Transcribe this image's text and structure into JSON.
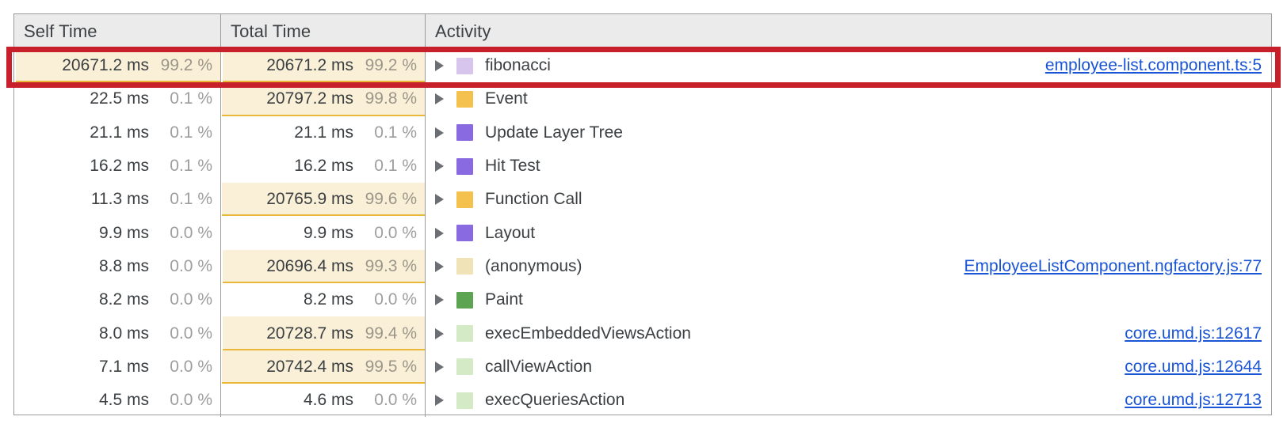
{
  "panel": {
    "name": "bottom-up-performance-table",
    "columns": [
      {
        "key": "self_time",
        "label": "Self Time"
      },
      {
        "key": "total_time",
        "label": "Total Time"
      },
      {
        "key": "activity",
        "label": "Activity"
      }
    ]
  },
  "colors": {
    "header_background": "#ebebeb",
    "grid_border": "#9a9a9a",
    "bar_fill": "#faf0d7",
    "bar_underline": "#eab838",
    "link": "#1a55d6",
    "annotation": "#c8202a",
    "text": "#3c4043",
    "percent_text": "#9b9689"
  },
  "annotation": {
    "name": "red-highlight-box",
    "target_row_index": 0,
    "color": "#c8202a"
  },
  "rows": [
    {
      "self_time": "20671.2 ms",
      "self_pct": "99.2 %",
      "self_bar_pct": 99.2,
      "total_time": "20671.2 ms",
      "total_pct": "99.2 %",
      "total_bar_pct": 99.2,
      "activity": "fibonacci",
      "swatch": "#d7c5ee",
      "swatch_name": "activity-color-scripting-light",
      "source": "employee-list.component.ts:5",
      "highlighted": true
    },
    {
      "self_time": "22.5 ms",
      "self_pct": "0.1 %",
      "self_bar_pct": 0,
      "total_time": "20797.2 ms",
      "total_pct": "99.8 %",
      "total_bar_pct": 99.8,
      "activity": "Event",
      "swatch": "#f5c14e",
      "swatch_name": "activity-color-scripting",
      "source": "",
      "highlighted": false
    },
    {
      "self_time": "21.1 ms",
      "self_pct": "0.1 %",
      "self_bar_pct": 0,
      "total_time": "21.1 ms",
      "total_pct": "0.1 %",
      "total_bar_pct": 0,
      "activity": "Update Layer Tree",
      "swatch": "#8a6ae0",
      "swatch_name": "activity-color-rendering",
      "source": "",
      "highlighted": false
    },
    {
      "self_time": "16.2 ms",
      "self_pct": "0.1 %",
      "self_bar_pct": 0,
      "total_time": "16.2 ms",
      "total_pct": "0.1 %",
      "total_bar_pct": 0,
      "activity": "Hit Test",
      "swatch": "#8a6ae0",
      "swatch_name": "activity-color-rendering",
      "source": "",
      "highlighted": false
    },
    {
      "self_time": "11.3 ms",
      "self_pct": "0.1 %",
      "self_bar_pct": 0,
      "total_time": "20765.9 ms",
      "total_pct": "99.6 %",
      "total_bar_pct": 99.6,
      "activity": "Function Call",
      "swatch": "#f5c14e",
      "swatch_name": "activity-color-scripting",
      "source": "",
      "highlighted": false
    },
    {
      "self_time": "9.9 ms",
      "self_pct": "0.0 %",
      "self_bar_pct": 0,
      "total_time": "9.9 ms",
      "total_pct": "0.0 %",
      "total_bar_pct": 0,
      "activity": "Layout",
      "swatch": "#8a6ae0",
      "swatch_name": "activity-color-rendering",
      "source": "",
      "highlighted": false
    },
    {
      "self_time": "8.8 ms",
      "self_pct": "0.0 %",
      "self_bar_pct": 0,
      "total_time": "20696.4 ms",
      "total_pct": "99.3 %",
      "total_bar_pct": 99.3,
      "activity": "(anonymous)",
      "swatch": "#f0e3b8",
      "swatch_name": "activity-color-scripting-pale",
      "source": "EmployeeListComponent.ngfactory.js:77",
      "highlighted": false
    },
    {
      "self_time": "8.2 ms",
      "self_pct": "0.0 %",
      "self_bar_pct": 0,
      "total_time": "8.2 ms",
      "total_pct": "0.0 %",
      "total_bar_pct": 0,
      "activity": "Paint",
      "swatch": "#5ca352",
      "swatch_name": "activity-color-painting",
      "source": "",
      "highlighted": false
    },
    {
      "self_time": "8.0 ms",
      "self_pct": "0.0 %",
      "self_bar_pct": 0,
      "total_time": "20728.7 ms",
      "total_pct": "99.4 %",
      "total_bar_pct": 99.4,
      "activity": "execEmbeddedViewsAction",
      "swatch": "#d4e9c5",
      "swatch_name": "activity-color-painting-pale",
      "source": "core.umd.js:12617",
      "highlighted": false
    },
    {
      "self_time": "7.1 ms",
      "self_pct": "0.0 %",
      "self_bar_pct": 0,
      "total_time": "20742.4 ms",
      "total_pct": "99.5 %",
      "total_bar_pct": 99.5,
      "activity": "callViewAction",
      "swatch": "#d4e9c5",
      "swatch_name": "activity-color-painting-pale",
      "source": "core.umd.js:12644",
      "highlighted": false
    },
    {
      "self_time": "4.5 ms",
      "self_pct": "0.0 %",
      "self_bar_pct": 0,
      "total_time": "4.6 ms",
      "total_pct": "0.0 %",
      "total_bar_pct": 0,
      "activity": "execQueriesAction",
      "swatch": "#d4e9c5",
      "swatch_name": "activity-color-painting-pale",
      "source": "core.umd.js:12713",
      "highlighted": false
    }
  ]
}
